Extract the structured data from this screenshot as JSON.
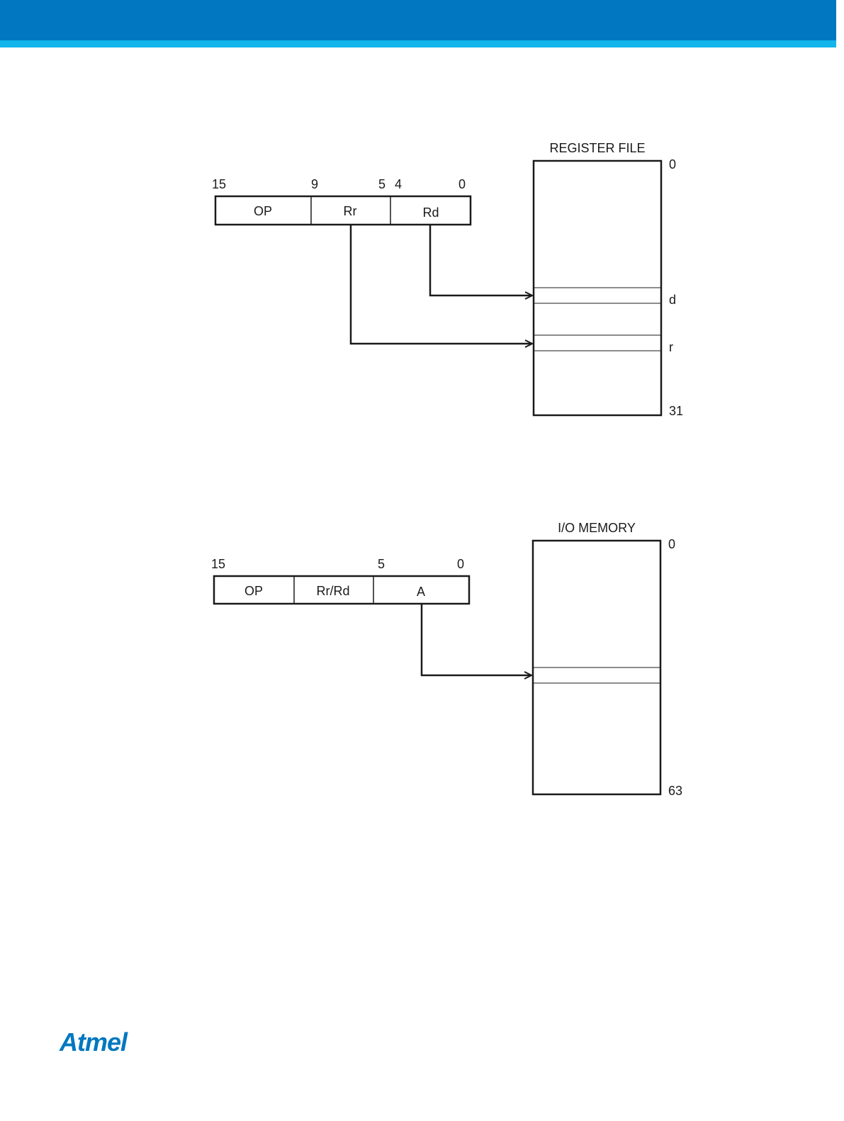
{
  "colors": {
    "header_blue": "#0077C0",
    "header_stripe": "#13B5EA",
    "line": "#1a1a1a",
    "logo": "#0077C0"
  },
  "diagram1": {
    "title": "REGISTER FILE",
    "bit_labels": [
      "15",
      "9",
      "5",
      "4",
      "0"
    ],
    "fields": [
      "OP",
      "Rr",
      "Rd"
    ],
    "side_labels": {
      "top": "0",
      "d": "d",
      "r": "r",
      "bottom": "31"
    }
  },
  "diagram2": {
    "title": "I/O MEMORY",
    "bit_labels": [
      "15",
      "5",
      "0"
    ],
    "fields": [
      "OP",
      "Rr/Rd",
      "A"
    ],
    "side_labels": {
      "top": "0",
      "bottom": "63"
    }
  },
  "footer": {
    "logo_text": "Atmel",
    "logo_icon": "atmel-logo"
  }
}
